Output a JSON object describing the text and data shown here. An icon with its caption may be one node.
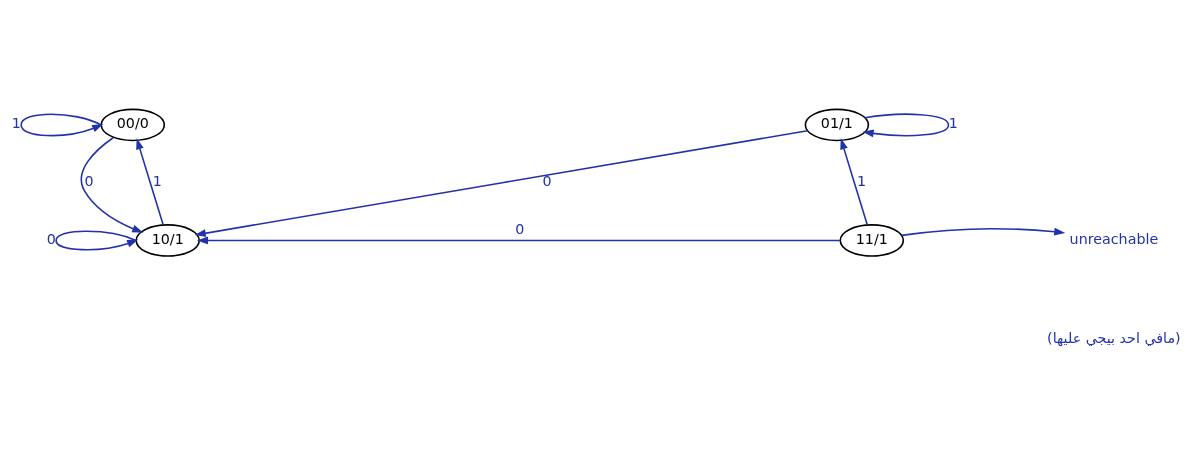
{
  "diagram": {
    "nodes": [
      {
        "text": [
          "00/0"
        ]
      },
      {
        "text": [
          "01/1"
        ]
      },
      {
        "text": [
          "10/1"
        ]
      },
      {
        "text": [
          "11/1"
        ]
      },
      {
        "text": [
          "unreachable"
        ]
      }
    ],
    "edges": [
      {
        "from": 0,
        "to": 0,
        "arrow": "to",
        "label": "1"
      },
      {
        "from": 1,
        "to": 1,
        "arrow": "to",
        "label": "1"
      },
      {
        "from": 0,
        "to": 2,
        "arrow": "to",
        "label": "0"
      },
      {
        "from": 2,
        "to": 0,
        "arrow": "to",
        "label": "1"
      },
      {
        "from": 1,
        "to": 2,
        "arrow": "to",
        "label": "0"
      },
      {
        "from": 3,
        "to": 1,
        "arrow": "to",
        "label": "1"
      },
      {
        "from": 2,
        "to": 2,
        "arrow": "to",
        "label": "0"
      },
      {
        "from": 3,
        "to": 2,
        "arrow": "to",
        "label": "0"
      },
      {
        "from": 3,
        "to": 4,
        "arrow": "to"
      }
    ],
    "labels": [
      "(مافي احد بيجي عليها)"
    ]
  }
}
